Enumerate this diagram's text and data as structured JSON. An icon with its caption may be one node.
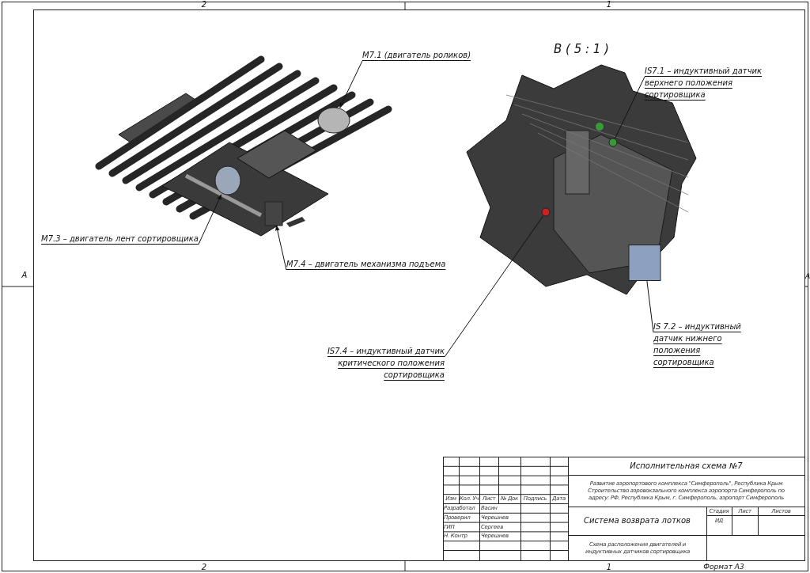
{
  "diagram": {
    "nodes": [
      {
        "text": [
          "M7.1 (двигатель роликов)"
        ]
      },
      {
        "text": [
          "M7.3 – двигатель лент сортировщика"
        ]
      },
      {
        "text": [
          "M7.4 – двигатель механизма подъема"
        ]
      },
      {
        "text": [
          "IS7.1 – индуктивный датчик верхнего положения сортировщика"
        ]
      },
      {
        "text": [
          "IS 7.2 – индуктивный датчик нижнего положения сортировщика"
        ]
      },
      {
        "text": [
          "IS7.4 – индуктивный датчик критического положения сортировщика"
        ]
      },
      {
        "text": [],
        "shape": "circle"
      },
      {
        "text": [],
        "shape": "circle"
      },
      {
        "text": [],
        "shape": "box"
      },
      {
        "text": [],
        "shape": "circle"
      },
      {
        "text": [],
        "shape": "box"
      },
      {
        "text": [],
        "shape": "circle"
      }
    ],
    "edges": [
      {
        "from": 0,
        "to": 6,
        "arrow": "to"
      },
      {
        "from": 1,
        "to": 7,
        "arrow": "to"
      },
      {
        "from": 2,
        "to": 8,
        "arrow": "to"
      },
      {
        "from": 3,
        "to": 9,
        "arrow": "none"
      },
      {
        "from": 4,
        "to": 10,
        "arrow": "none"
      },
      {
        "from": 5,
        "to": 11,
        "arrow": "none"
      }
    ],
    "labels": [
      "2",
      "1",
      "B ( 5 : 1 )",
      "A",
      "A",
      "Исполнительная схема №7",
      "Развитие аэропортового комплекса \"Симферополь\", Республика Крым Строительство аэровокзального комплекса аэропорта Симферополь по адресу: РФ, Республика Крым, г. Симферополь, аэропорт Симферополь",
      "Изм",
      "Кол. Уч",
      "Лист",
      "№ Док",
      "Подпись",
      "Дата",
      "Разработал",
      "Васин",
      "Стадия",
      "Лист",
      "Листов",
      "Проверил",
      "Черешнев",
      "Система возврата лотков",
      "ИД",
      "ГИП",
      "Сергеев",
      "Н. Контр",
      "Черешнев",
      "Схема расположения двигателей и индуктивных датчиков сортировщика",
      "2",
      "1",
      "Формат А3"
    ]
  }
}
